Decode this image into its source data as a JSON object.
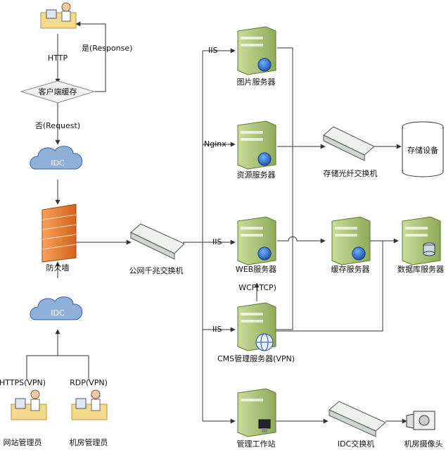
{
  "labels": {
    "http": "HTTP",
    "response": "是(Response)",
    "client_cache": "客户端缓存",
    "request": "否(Request)",
    "idc_top": "IDC",
    "firewall": "防火墙",
    "idc_bottom": "IDC",
    "https_vpn": "HTTPS(VPN)",
    "rdp_vpn": "RDP(VPN)",
    "site_admin": "网站管理员",
    "room_admin": "机房管理员",
    "public_switch": "公网千兆交换机",
    "iis_1": "IIS",
    "image_server": "图片服务器",
    "nginx": "Nginx",
    "resource_server": "资源服务器",
    "iis_2": "IIS",
    "web_server": "WEB服务器",
    "wcf": "WCF(TCP)",
    "iis_3": "IIS",
    "cms_server": "CMS管理服务器(VPN)",
    "workstation": "管理工作站",
    "storage_switch": "存储光纤交换机",
    "storage_device": "存储设备",
    "cache_server": "缓存服务器",
    "db_server": "数据库服务器",
    "idc_switch": "IDC交换机",
    "camera": "机房摄像头"
  },
  "colors": {
    "line": "#333333",
    "server_body": "#aec87a",
    "server_dark": "#7e9d48",
    "cloud": "#8fb0d9",
    "firewall": "#e87a2e",
    "switch": "#e8ece8"
  }
}
